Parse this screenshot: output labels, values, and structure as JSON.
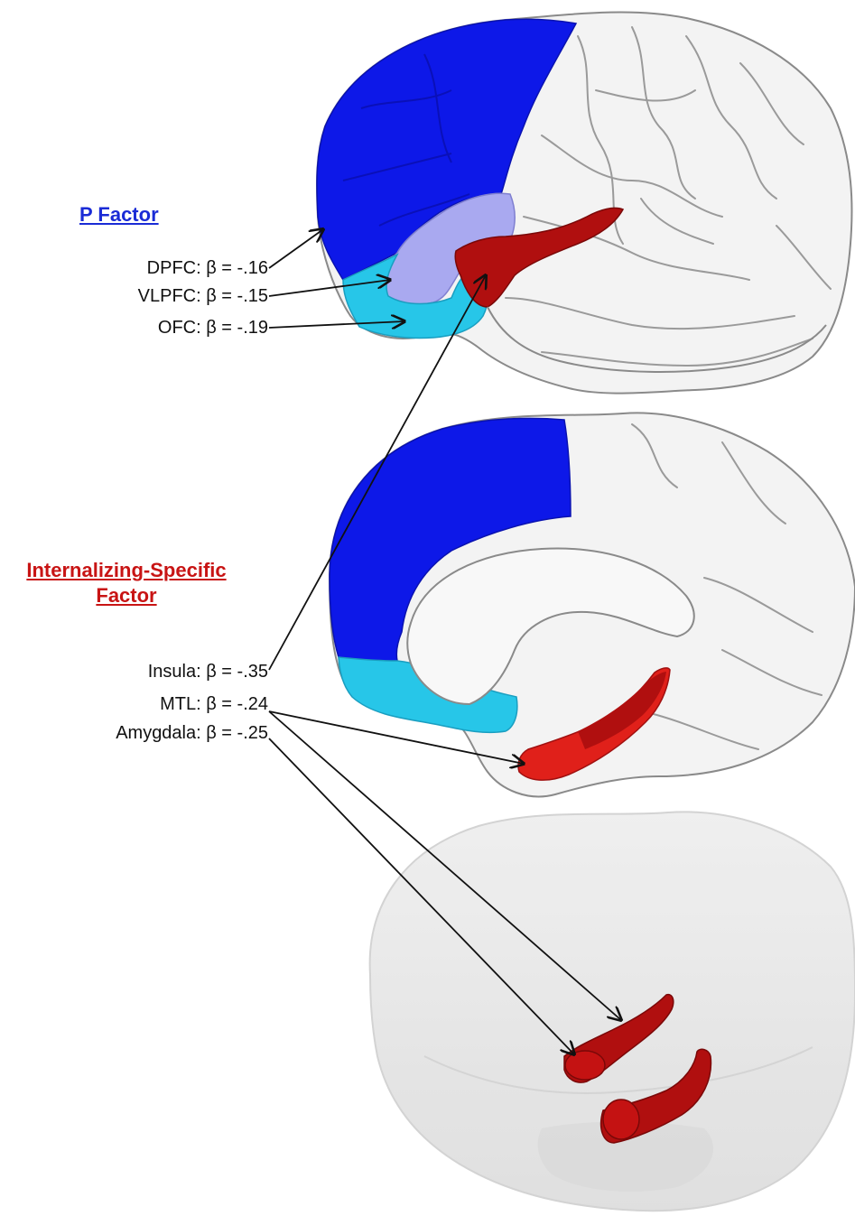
{
  "p_factor": {
    "title": "P Factor",
    "title_color": "#1a2bd6",
    "regions": [
      {
        "label": "DPFC: β = -.16",
        "color": "#0d18e8"
      },
      {
        "label": "VLPFC: β = -.15",
        "color": "#a9a9f0"
      },
      {
        "label": "OFC: β = -.19",
        "color": "#27c6e8"
      }
    ]
  },
  "internalizing": {
    "title_line1": "Internalizing-Specific",
    "title_line2": "Factor",
    "title_color": "#c81414",
    "regions": [
      {
        "label": "Insula: β = -.35",
        "color": "#b00f0f"
      },
      {
        "label": "MTL: β = -.24",
        "color": "#e0201a"
      },
      {
        "label": "Amygdala: β = -.25",
        "color": "#b00f0f"
      }
    ]
  },
  "colors": {
    "cortex": "#f2f2f2",
    "cortex_edge": "#8e8e8e",
    "glass_brain": "#e6e6e6",
    "arrow": "#111111"
  }
}
